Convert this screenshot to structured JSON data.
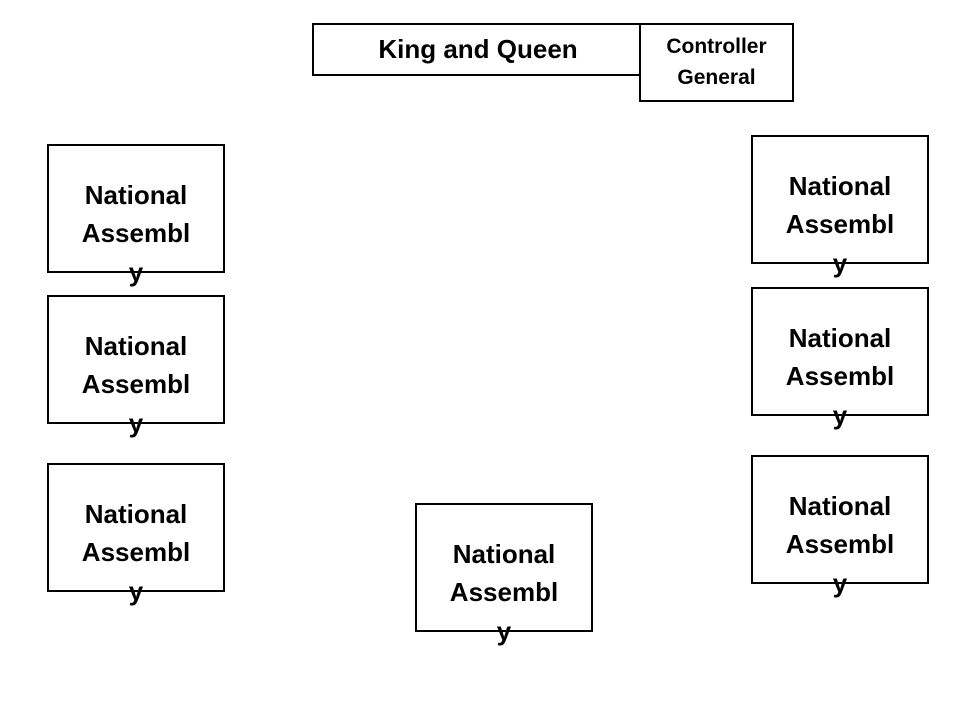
{
  "title_box": {
    "label": "King and Queen"
  },
  "controller_box": {
    "line1": "Controller",
    "line2": "General"
  },
  "assembly_boxes": [
    {
      "line1": "National",
      "line2": "Assembl",
      "line3": "y"
    },
    {
      "line1": "National",
      "line2": "Assembl",
      "line3": "y"
    },
    {
      "line1": "National",
      "line2": "Assembl",
      "line3": "y"
    },
    {
      "line1": "National",
      "line2": "Assembl",
      "line3": "y"
    },
    {
      "line1": "National",
      "line2": "Assembl",
      "line3": "y"
    },
    {
      "line1": "National",
      "line2": "Assembl",
      "line3": "y"
    },
    {
      "line1": "National",
      "line2": "Assembl",
      "line3": "y"
    }
  ]
}
